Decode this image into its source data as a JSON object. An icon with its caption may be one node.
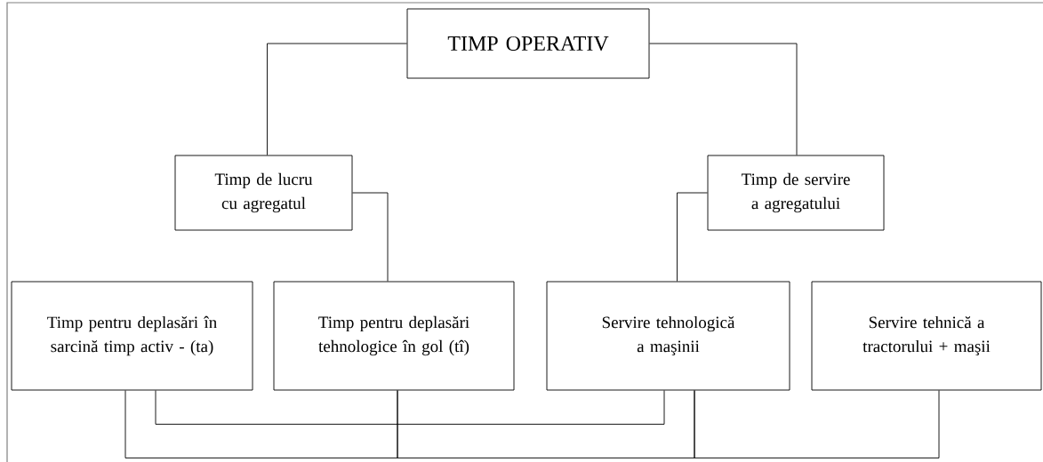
{
  "diagram": {
    "nodes": [
      {
        "text": [
          "TIMP OPERATIV"
        ]
      },
      {
        "text": [
          "Timp de lucru cu agregatul"
        ]
      },
      {
        "text": [
          "Timp de servire a agregatului"
        ]
      },
      {
        "text": [
          "Timp pentru deplasări în sarcină timp activ - (ta)"
        ]
      },
      {
        "text": [
          "Timp pentru deplasări tehnologice în gol (tî)"
        ]
      },
      {
        "text": [
          "Servire tehnologică a maşinii"
        ]
      },
      {
        "text": [
          "Servire tehnică a tractorului + maşii"
        ]
      }
    ],
    "edges": [
      {
        "from": 0,
        "to": 1,
        "arrow": "none"
      },
      {
        "from": 0,
        "to": 2,
        "arrow": "none"
      },
      {
        "from": 1,
        "to": 4,
        "arrow": "none"
      },
      {
        "from": 2,
        "to": 5,
        "arrow": "none"
      },
      {
        "from": 3,
        "to": 5,
        "arrow": "none"
      },
      {
        "from": 3,
        "to": 4,
        "arrow": "none"
      },
      {
        "from": 4,
        "to": 5,
        "arrow": "none"
      },
      {
        "from": 5,
        "to": 6,
        "arrow": "none"
      }
    ]
  }
}
